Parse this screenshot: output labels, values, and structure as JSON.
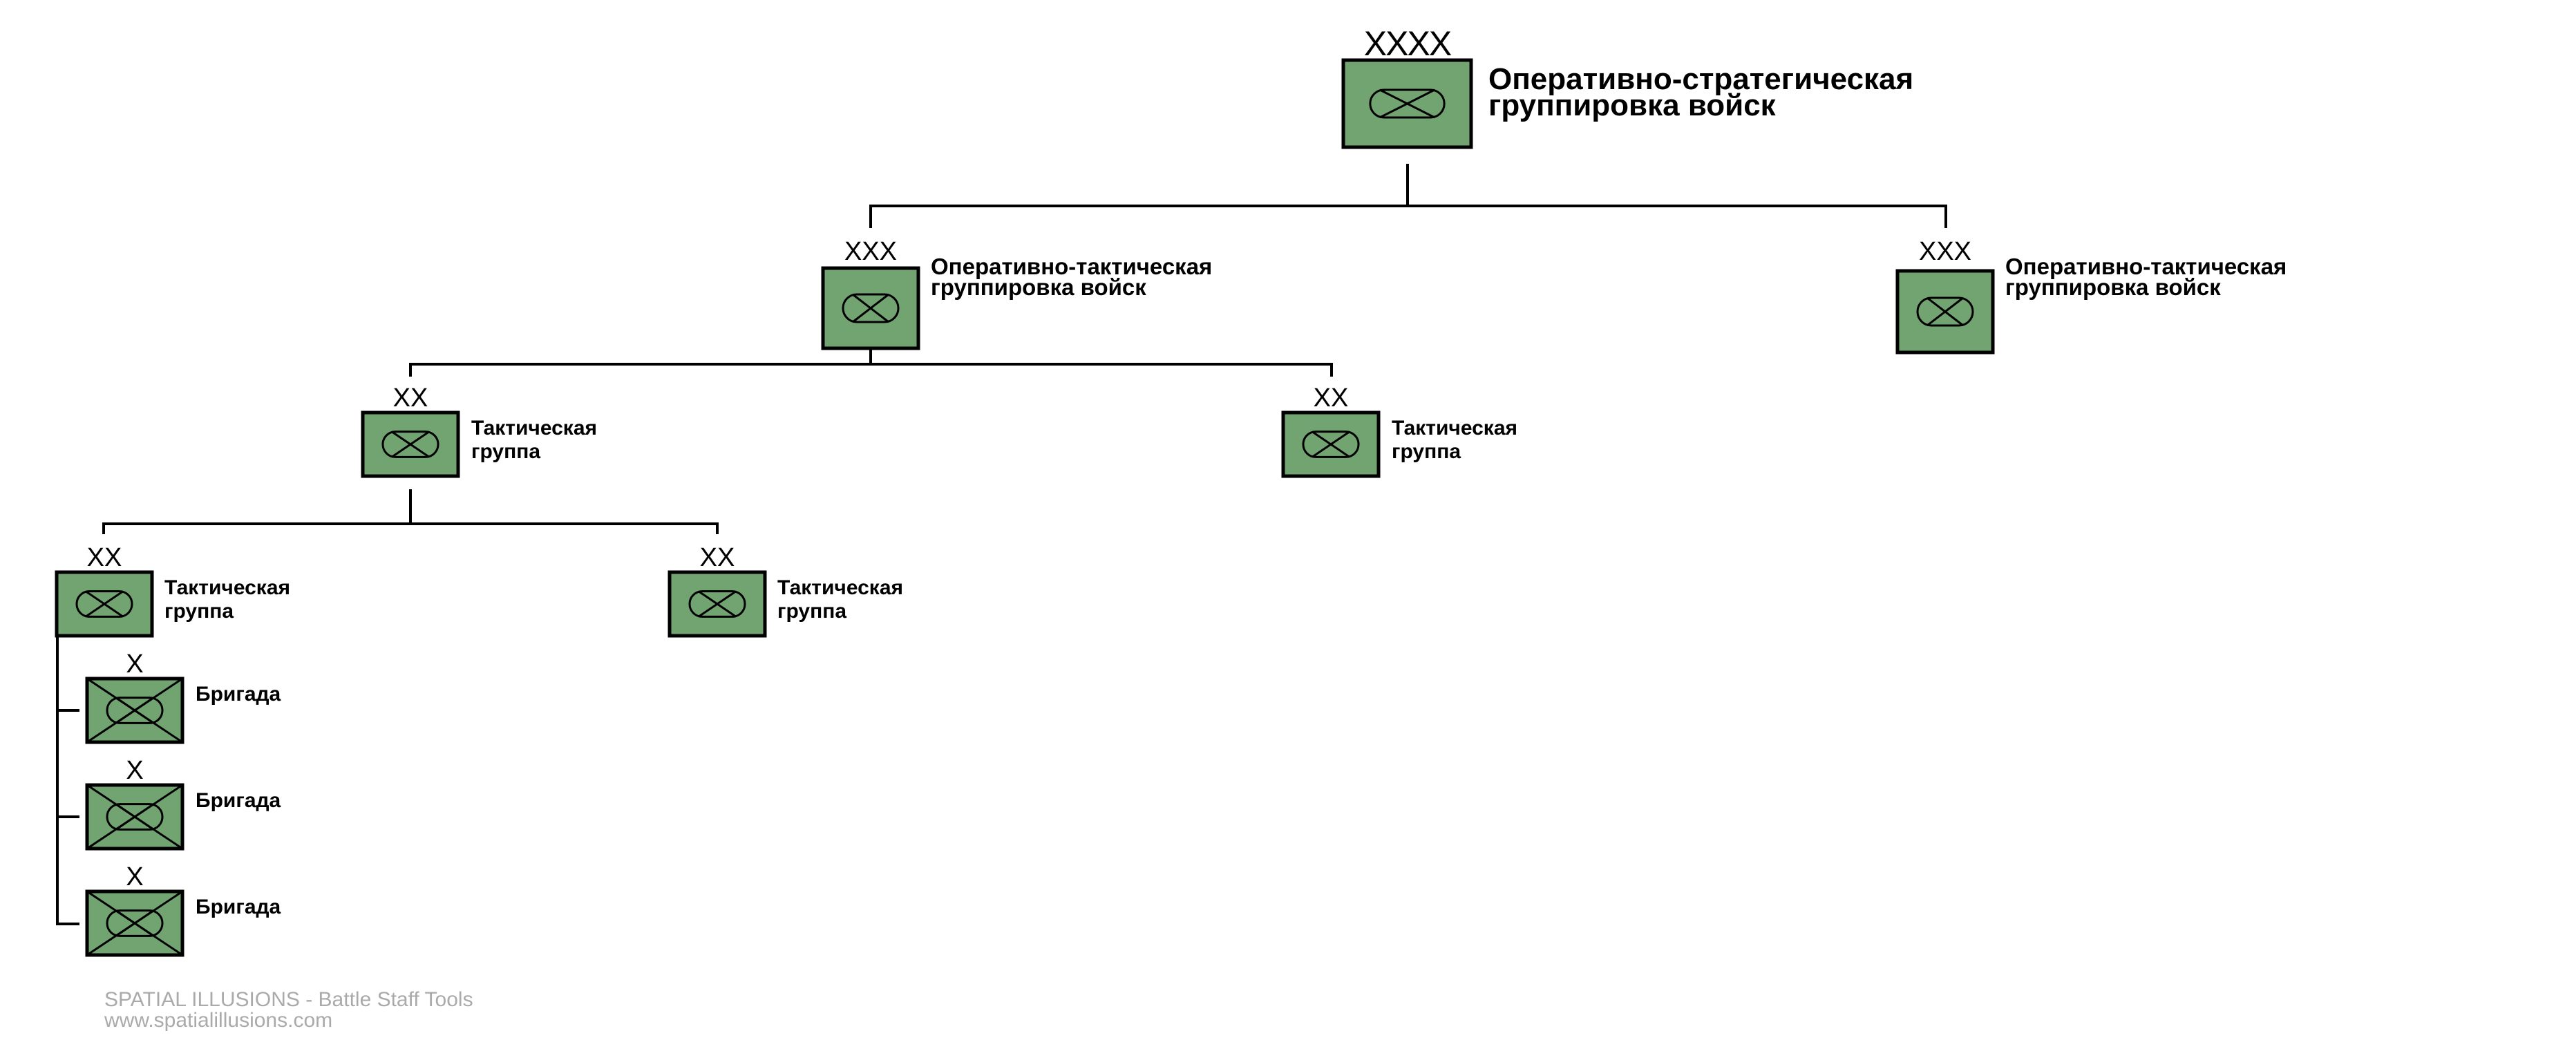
{
  "diagram": {
    "title": "Force structure hierarchy",
    "colors": {
      "unit_fill": "#72a472",
      "line": "#000000",
      "footer_text": "#aaaaaa"
    },
    "units": [
      {
        "id": "ops-strategic",
        "parent": null,
        "echelon": "XXXX",
        "symbol": "combined-arms",
        "label_lines": [
          "Оперативно-стратегическая",
          "группировка войск"
        ]
      },
      {
        "id": "ops-tactical-1",
        "parent": "ops-strategic",
        "echelon": "XXX",
        "symbol": "combined-arms",
        "label_lines": [
          "Оперативно-тактическая",
          "группировка войск"
        ]
      },
      {
        "id": "ops-tactical-2",
        "parent": "ops-strategic",
        "echelon": "XXX",
        "symbol": "combined-arms",
        "label_lines": [
          "Оперативно-тактическая",
          "группировка войск"
        ]
      },
      {
        "id": "tactical-1",
        "parent": "ops-tactical-1",
        "echelon": "XX",
        "symbol": "combined-arms",
        "label_lines": [
          "Тактическая",
          "группа"
        ]
      },
      {
        "id": "tactical-2",
        "parent": "ops-tactical-1",
        "echelon": "XX",
        "symbol": "combined-arms",
        "label_lines": [
          "Тактическая",
          "группа"
        ]
      },
      {
        "id": "tactical-3",
        "parent": "tactical-1",
        "echelon": "XX",
        "symbol": "combined-arms",
        "label_lines": [
          "Тактическая",
          "группа"
        ]
      },
      {
        "id": "tactical-4",
        "parent": "tactical-1",
        "echelon": "XX",
        "symbol": "combined-arms",
        "label_lines": [
          "Тактическая",
          "группа"
        ]
      },
      {
        "id": "brigade-1",
        "parent": "tactical-3",
        "echelon": "X",
        "symbol": "mechanized-infantry",
        "label_lines": [
          "Бригада"
        ]
      },
      {
        "id": "brigade-2",
        "parent": "tactical-3",
        "echelon": "X",
        "symbol": "mechanized-infantry",
        "label_lines": [
          "Бригада"
        ]
      },
      {
        "id": "brigade-3",
        "parent": "tactical-3",
        "echelon": "X",
        "symbol": "mechanized-infantry",
        "label_lines": [
          "Бригада"
        ]
      }
    ]
  },
  "footer": {
    "line1": "SPATIAL ILLUSIONS - Battle Staff Tools",
    "line2": "www.spatialillusions.com"
  }
}
